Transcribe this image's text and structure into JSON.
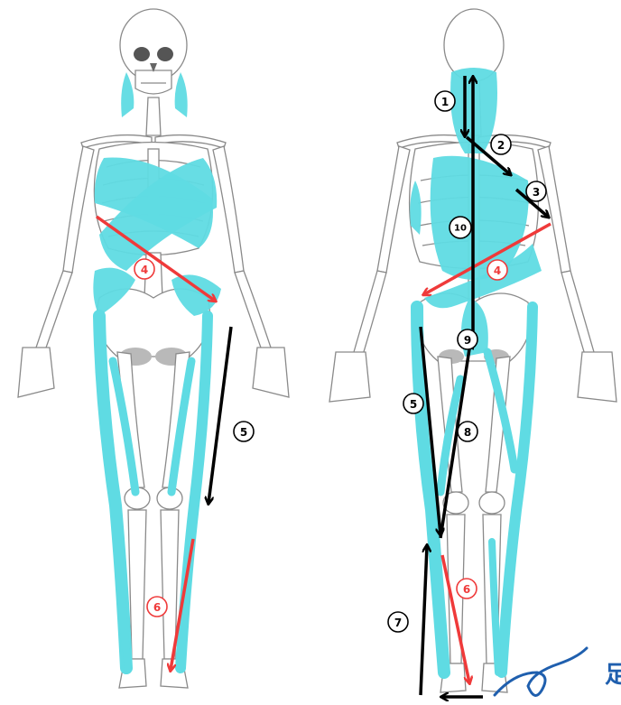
{
  "colors": {
    "muscle": "#5fdbe3",
    "arrow_black": "#000000",
    "arrow_red": "#ef3a3a",
    "signature_blue": "#1f5fae"
  },
  "figures": {
    "front": {
      "labels": [
        {
          "id": "4",
          "text": "4",
          "color": "red"
        },
        {
          "id": "5",
          "text": "5",
          "color": "black"
        },
        {
          "id": "6",
          "text": "6",
          "color": "red"
        }
      ]
    },
    "back": {
      "labels": [
        {
          "id": "1",
          "text": "1",
          "color": "black"
        },
        {
          "id": "2",
          "text": "2",
          "color": "black"
        },
        {
          "id": "3",
          "text": "3",
          "color": "black"
        },
        {
          "id": "4",
          "text": "4",
          "color": "red"
        },
        {
          "id": "5",
          "text": "5",
          "color": "black"
        },
        {
          "id": "6",
          "text": "6",
          "color": "red"
        },
        {
          "id": "7",
          "text": "7",
          "color": "black"
        },
        {
          "id": "8",
          "text": "8",
          "color": "black"
        },
        {
          "id": "9",
          "text": "9",
          "color": "black"
        },
        {
          "id": "10",
          "text": "10",
          "color": "black"
        }
      ]
    }
  },
  "watermark": {
    "text": "足"
  }
}
